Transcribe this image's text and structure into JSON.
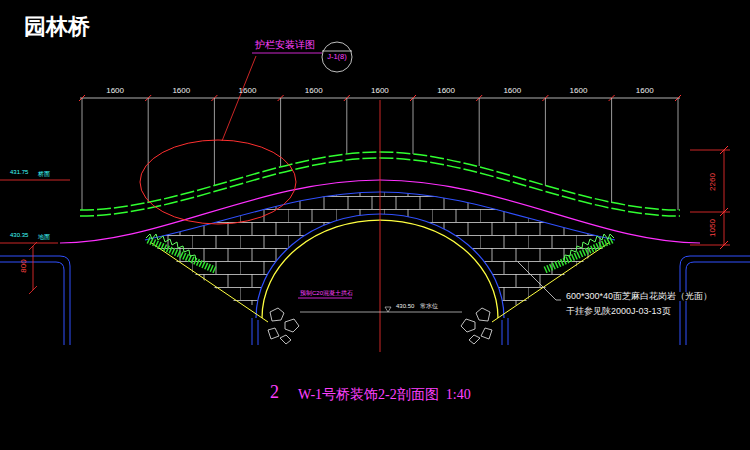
{
  "diagram": {
    "title": "园林桥",
    "caption": "W-1号桥装饰2-2剖面图  1:40",
    "labels": [
      "护栏安装详图",
      "J-1(8)",
      "1600",
      "1600",
      "1600",
      "1600",
      "1600",
      "1600",
      "1600",
      "1600",
      "1600",
      "431.75",
      "桥面",
      "430.35",
      "地面",
      "800",
      "2260",
      "1050",
      "预制C20混凝土拱石",
      "430.50",
      "常水位",
      "600*300*40面芝麻白花岗岩（光面）",
      "干挂参见陕2000J-03-13页",
      "2"
    ]
  }
}
